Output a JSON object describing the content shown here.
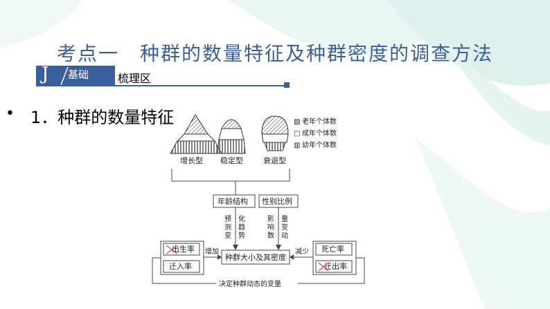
{
  "page": {
    "title": "考点一　种群的数量特征及种群密度的调查方法",
    "badge_letter": "J",
    "badge_label": "基础",
    "section_label": "梳理区"
  },
  "content": {
    "bullet": "•",
    "heading": "1．种群的数量特征"
  },
  "diagram": {
    "pyramids": [
      {
        "label": "增长型"
      },
      {
        "label": "稳定型"
      },
      {
        "label": "衰退型"
      }
    ],
    "legend": [
      {
        "symbol": "▨",
        "label": "老年个体数"
      },
      {
        "symbol": "□",
        "label": "成年个体数"
      },
      {
        "symbol": "▥",
        "label": "幼年个体数"
      }
    ],
    "age_structure": "年龄结构",
    "sex_ratio": "性别比例",
    "col1": [
      "预",
      "测",
      "变"
    ],
    "col2": [
      "化",
      "趋",
      "势"
    ],
    "col3": [
      "影",
      "响",
      "数"
    ],
    "col4": [
      "量",
      "变",
      "动"
    ],
    "birth_rate": "出生率",
    "immigration_rate": "迁入率",
    "death_rate": "死亡率",
    "emigration_rate": "迁出率",
    "increase": "增加",
    "decrease": "减少",
    "center": "种群大小及其密度",
    "bottom_label": "决定种群动态的变量"
  }
}
